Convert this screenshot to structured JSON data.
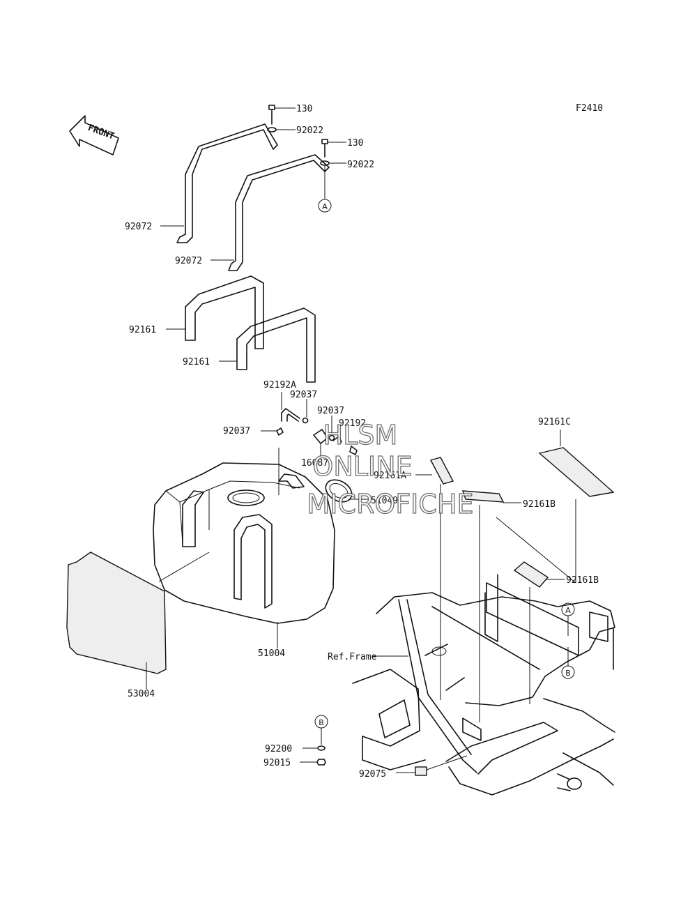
{
  "figure_code": "F2410",
  "direction_label": "FRONT",
  "reference_label": "Ref.Frame",
  "circle_markers": {
    "a": "A",
    "b": "B"
  },
  "watermark": {
    "line1": "HLSM",
    "line2": "ONLINE",
    "line3": "MICROFICHE"
  },
  "part_labels": {
    "bolt_130_top": "130",
    "washer_92022_top": "92022",
    "bolt_130_second": "130",
    "washer_92022_second": "92022",
    "band_92072_rear": "92072",
    "band_92072_front": "92072",
    "pad_92161_rear": "92161",
    "pad_92161_front": "92161",
    "hose_92192A": "92192A",
    "clamp_92037_a": "92037",
    "clamp_92037_b": "92037",
    "hose_92192": "92192",
    "clamp_92037_left": "92037",
    "valve_16087": "16087",
    "pad_92161C": "92161C",
    "pad_92161A": "92161A",
    "cap_51049": "51049",
    "pad_92161B_upper": "92161B",
    "pad_92161B_lower": "92161B",
    "tank_51004": "51004",
    "cover_53004": "53004",
    "washer_92200": "92200",
    "nut_92015": "92015",
    "pad_92075": "92075"
  },
  "colors": {
    "line": "#111111",
    "background": "#ffffff",
    "watermark_outline": "#555555"
  }
}
